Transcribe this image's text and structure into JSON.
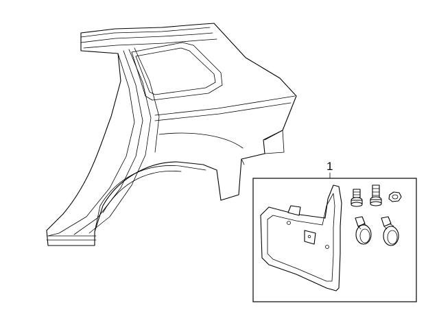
{
  "callouts": [
    {
      "label": "1"
    }
  ],
  "parts": {
    "quarter_panel": "rear-quarter-panel",
    "kit": {
      "name": "mud-flap-kit",
      "components": [
        "mud-flap",
        "screw",
        "bolt",
        "nut",
        "clip",
        "clip"
      ]
    }
  },
  "colors": {
    "line": "#000000",
    "background": "#ffffff"
  }
}
